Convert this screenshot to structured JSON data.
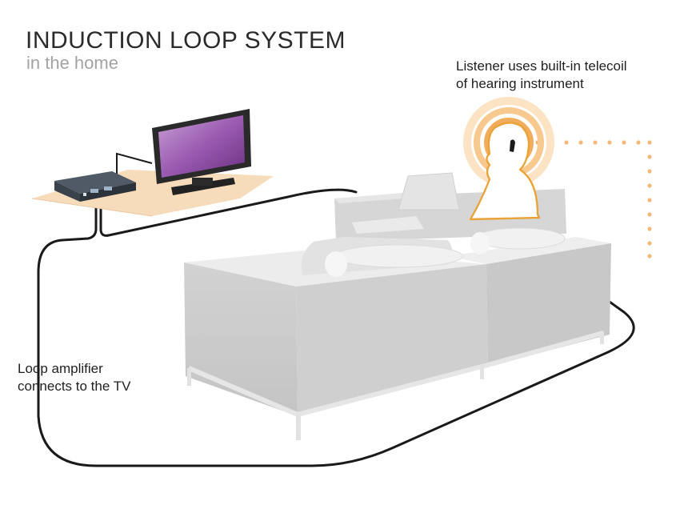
{
  "header": {
    "title": "INDUCTION LOOP SYSTEM",
    "subtitle": "in the home"
  },
  "captions": {
    "listener_line1": "Listener uses built-in telecoil",
    "listener_line2": "of hearing instrument",
    "amplifier_line1": "Loop amplifier",
    "amplifier_line2": "connects to the TV"
  },
  "icons": {
    "tv": "tv-icon",
    "amplifier": "loop-amplifier-icon",
    "sofa": "sofa-icon",
    "listener": "listener-silhouette-icon"
  },
  "colors": {
    "loop_wire": "#1a1a1a",
    "tv_screen": "#8a4a9a",
    "sound_wave": "#f0a64a",
    "listener_outline": "#e8a43a",
    "sofa": "#d9d9d9",
    "table": "#f7d9b5"
  }
}
